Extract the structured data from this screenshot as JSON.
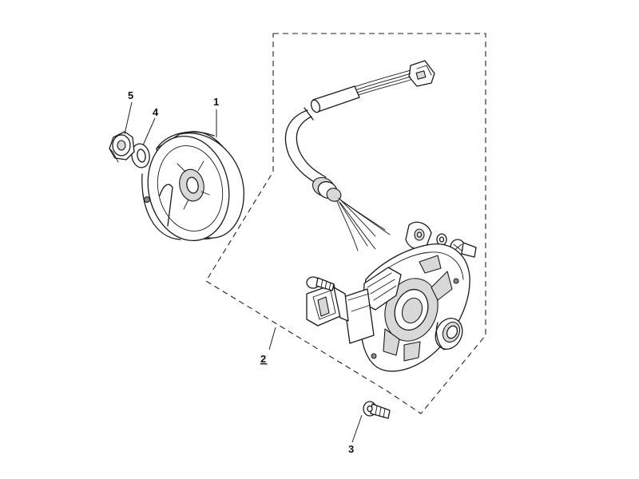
{
  "callouts": {
    "c1": "1",
    "c2": "2",
    "c3": "3",
    "c4": "4",
    "c5": "5"
  },
  "colors": {
    "line": "#1a1a1a",
    "paper": "#ffffff"
  }
}
